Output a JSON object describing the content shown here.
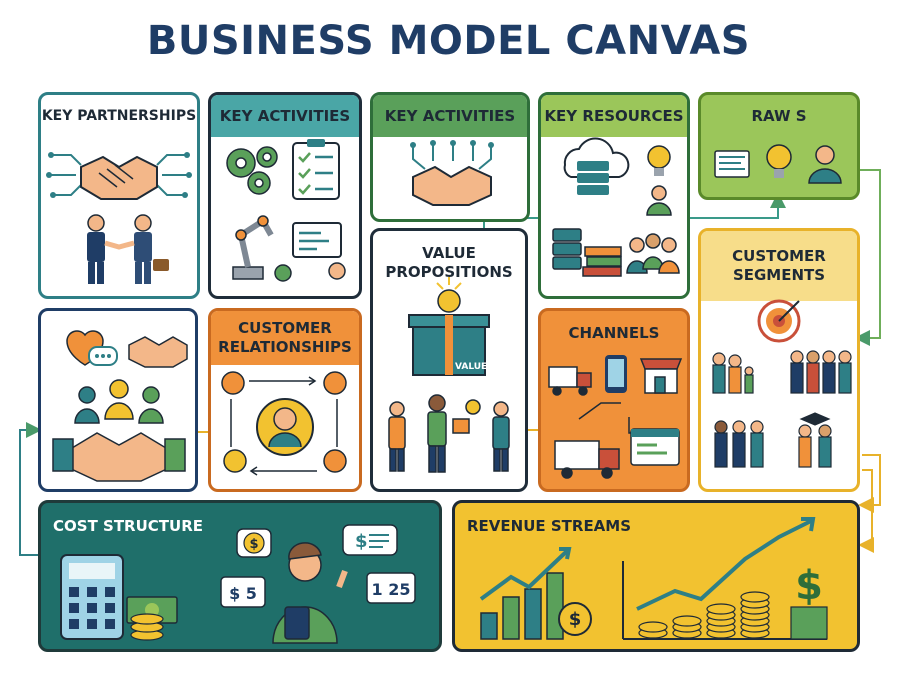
{
  "title": "BUSINESS MODEL CANVAS",
  "colors": {
    "navy": "#1f3d66",
    "teal": "#2e7f86",
    "green": "#5aa05a",
    "lime": "#9bc65a",
    "orange": "#f0913a",
    "yellow": "#f2c230",
    "dark_teal": "#1f6f6a"
  },
  "blocks": {
    "key_partnerships": {
      "label": "KEY PARTNERSHIPS",
      "icons": [
        "circuit-handshake-icon",
        "business-handshake-icon"
      ]
    },
    "key_activities_1": {
      "label": "KEY ACTIVITIES",
      "icons": [
        "gears-icon",
        "checklist-icon",
        "robot-arm-icon",
        "presentation-icon"
      ]
    },
    "key_activities_2": {
      "label": "KEY ACTIVITIES",
      "icons": [
        "circuit-handshake-icon"
      ]
    },
    "key_resources": {
      "label": "KEY RESOURCES",
      "icons": [
        "cloud-server-icon",
        "lightbulb-icon",
        "person-icon",
        "server-rack-icon",
        "books-icon",
        "team-icon"
      ]
    },
    "raws": {
      "label": "RAW S",
      "icons": [
        "document-icon",
        "lightbulb-icon",
        "person-icon"
      ]
    },
    "value_propositions": {
      "label": "VALUE PROPOSITIONS",
      "box_text": "VALUE",
      "icons": [
        "gift-box-icon",
        "lightbulb-icon",
        "people-exchange-icon"
      ]
    },
    "customer_relationships": {
      "label": "CUSTOMER RELATIONSHIPS",
      "icons": [
        "customer-cycle-icon"
      ]
    },
    "community": {
      "label": "",
      "icons": [
        "hearts-chat-icon",
        "handshake-icon",
        "team-hands-icon"
      ]
    },
    "channels": {
      "label": "CHANNELS",
      "icons": [
        "truck-icon",
        "phone-icon",
        "store-icon",
        "delivery-truck-icon",
        "web-page-icon"
      ]
    },
    "customer_segments": {
      "label": "CUSTOMER SEGMENTS",
      "icons": [
        "target-icon",
        "family-icon",
        "professionals-icon",
        "graduates-icon"
      ]
    },
    "cost_structure": {
      "label": "COST STRUCTURE",
      "bubble_1": "$",
      "bubble_2": "$",
      "price_tag": "$ 5",
      "counter": "1 25",
      "icons": [
        "calculator-icon",
        "money-stack-icon",
        "accountant-icon"
      ]
    },
    "revenue_streams": {
      "label": "REVENUE STREAMS",
      "dollar_sign": "$",
      "icons": [
        "bar-chart-icon",
        "coin-icon",
        "coin-stacks-chart-icon"
      ]
    }
  }
}
